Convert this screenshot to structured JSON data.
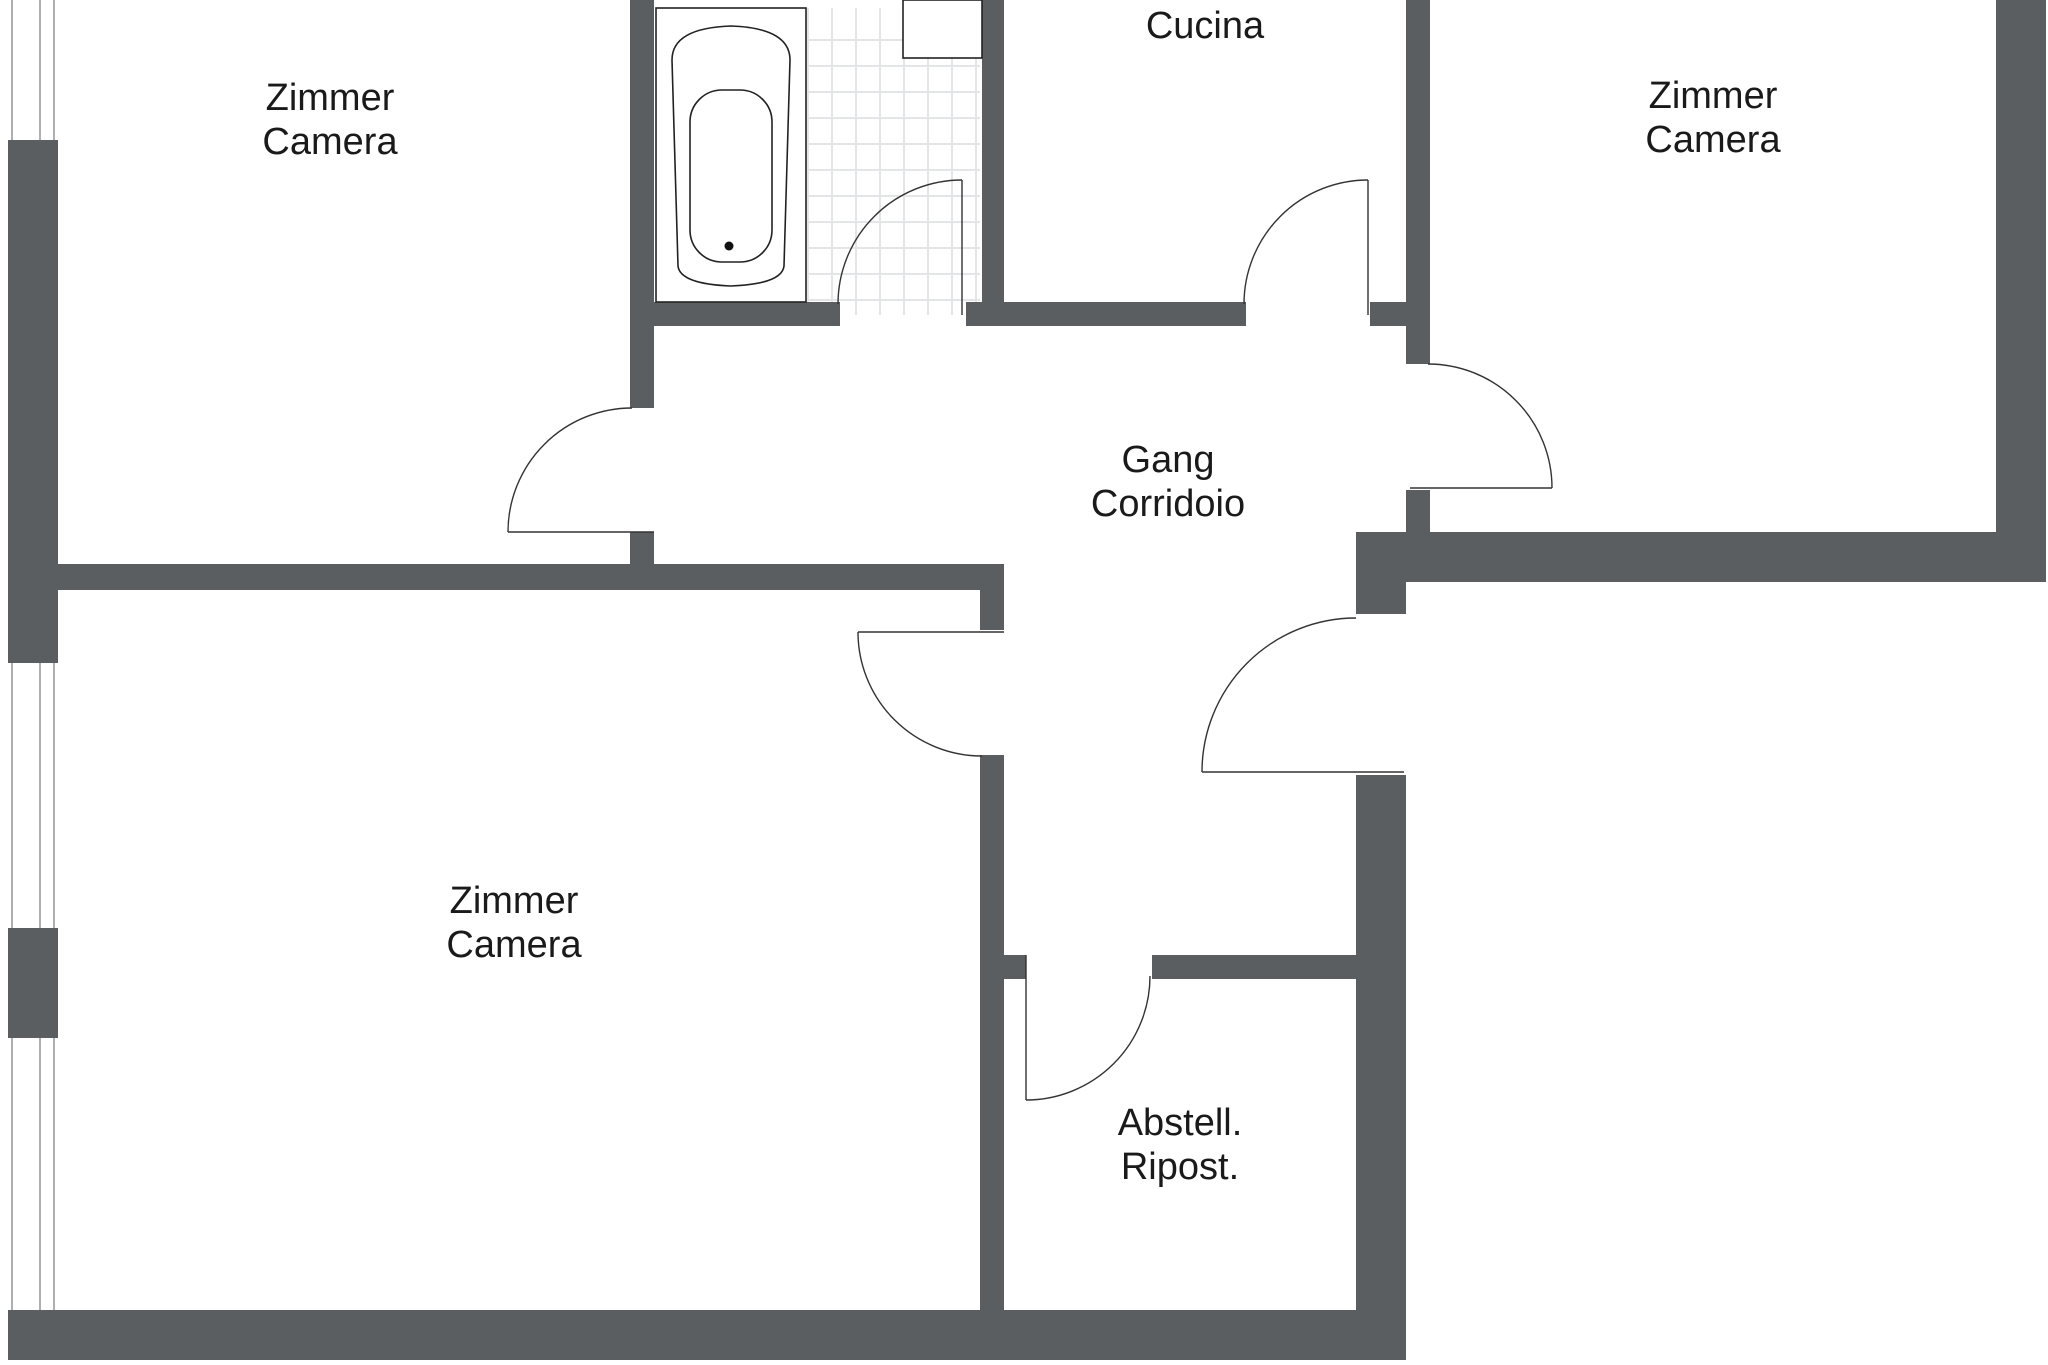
{
  "plan": {
    "rooms": {
      "room_top_left": {
        "line1": "Zimmer",
        "line2": "Camera"
      },
      "kitchen": {
        "line1": "Cucina"
      },
      "room_top_right": {
        "line1": "Zimmer",
        "line2": "Camera"
      },
      "corridor": {
        "line1": "Gang",
        "line2": "Corridoio"
      },
      "room_bottom_left": {
        "line1": "Zimmer",
        "line2": "Camera"
      },
      "storage": {
        "line1": "Abstell.",
        "line2": "Ripost."
      }
    },
    "colors": {
      "wall": "#5b5e61",
      "text": "#1a1a1a",
      "background": "#ffffff"
    }
  }
}
